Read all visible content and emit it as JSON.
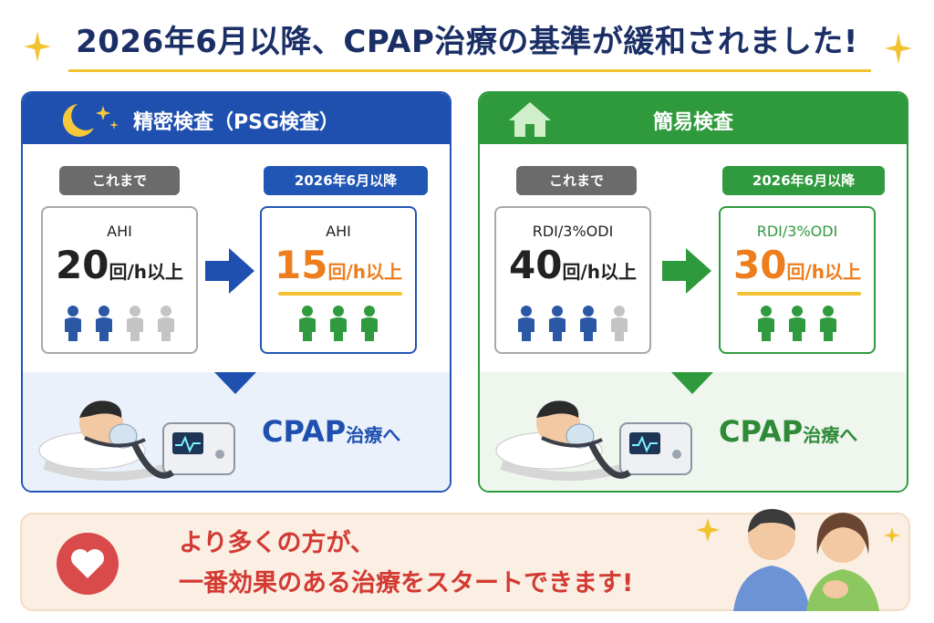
{
  "title": "2026年6月以降、CPAP治療の基準が緩和されました!",
  "colors": {
    "navy": "#1b2f66",
    "blue": "#1f50b0",
    "green": "#2e9a3c",
    "orange": "#ee7d1d",
    "red": "#d23a32",
    "yellow": "#f2c230"
  },
  "panels": [
    {
      "title": "精密検査（PSG検査）",
      "icon": "moon-stars-icon",
      "before": {
        "label": "これまで",
        "metric": "AHI",
        "value": "20",
        "unit": "回/h以上"
      },
      "after": {
        "label": "2026年6月以降",
        "metric": "AHI",
        "value": "15",
        "unit": "回/h以上"
      },
      "cta": {
        "main": "CPAP",
        "sub": "治療へ"
      }
    },
    {
      "title": "簡易検査",
      "icon": "house-icon",
      "before": {
        "label": "これまで",
        "metric": "RDI/3%ODI",
        "value": "40",
        "unit": "回/h以上"
      },
      "after": {
        "label": "2026年6月以降",
        "metric": "RDI/3%ODI",
        "value": "30",
        "unit": "回/h以上"
      },
      "cta": {
        "main": "CPAP",
        "sub": "治療へ"
      }
    }
  ],
  "bottom": {
    "line1": "より多くの方が、",
    "line2": "一番効果のある治療をスタートできます!",
    "icon": "heart-icon"
  }
}
